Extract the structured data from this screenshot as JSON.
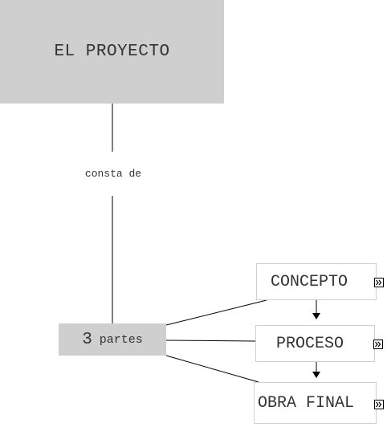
{
  "nodes": {
    "proyecto": "EL PROYECTO",
    "partes_number": "3",
    "partes_word": "partes",
    "concepto": "CONCEPTO",
    "proceso": "PROCESO",
    "obra_final": "OBRA FINAL"
  },
  "links": {
    "consta_de": "consta de"
  },
  "icons": {
    "expand": "double-chevron-right-icon"
  },
  "colors": {
    "node_fill": "#cfcfcf",
    "line": "#000000",
    "text": "#333333"
  }
}
